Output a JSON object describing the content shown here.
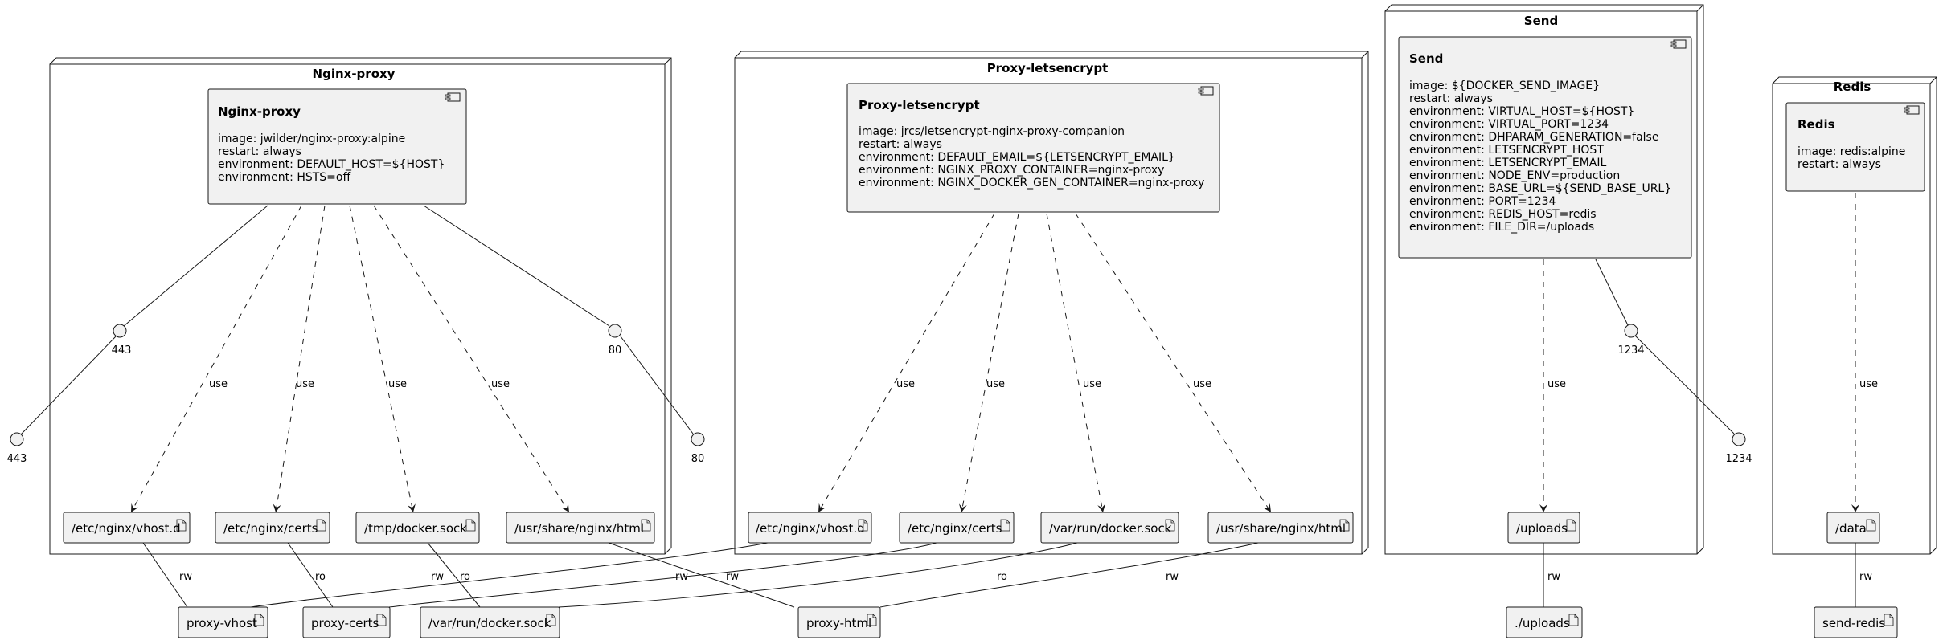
{
  "nodes": {
    "nginx": {
      "title": "Nginx-proxy",
      "component": {
        "title": "Nginx-proxy",
        "lines": [
          "image: jwilder/nginx-proxy:alpine",
          "restart: always",
          "environment: DEFAULT_HOST=${HOST}",
          "environment: HSTS=off"
        ]
      },
      "ports": [
        "443",
        "80"
      ],
      "artifacts": [
        "/etc/nginx/vhost.d",
        "/etc/nginx/certs",
        "/tmp/docker.sock",
        "/usr/share/nginx/html"
      ]
    },
    "letsencrypt": {
      "title": "Proxy-letsencrypt",
      "component": {
        "title": "Proxy-letsencrypt",
        "lines": [
          "image: jrcs/letsencrypt-nginx-proxy-companion",
          "restart: always",
          "environment: DEFAULT_EMAIL=${LETSENCRYPT_EMAIL}",
          "environment: NGINX_PROXY_CONTAINER=nginx-proxy",
          "environment: NGINX_DOCKER_GEN_CONTAINER=nginx-proxy"
        ]
      },
      "artifacts": [
        "/etc/nginx/vhost.d",
        "/etc/nginx/certs",
        "/var/run/docker.sock",
        "/usr/share/nginx/html"
      ]
    },
    "send": {
      "title": "Send",
      "component": {
        "title": "Send",
        "lines": [
          "image: ${DOCKER_SEND_IMAGE}",
          "restart: always",
          "environment: VIRTUAL_HOST=${HOST}",
          "environment: VIRTUAL_PORT=1234",
          "environment: DHPARAM_GENERATION=false",
          "environment: LETSENCRYPT_HOST",
          "environment: LETSENCRYPT_EMAIL",
          "environment: NODE_ENV=production",
          "environment: BASE_URL=${SEND_BASE_URL}",
          "environment: PORT=1234",
          "environment: REDIS_HOST=redis",
          "environment: FILE_DIR=/uploads"
        ]
      },
      "ports": [
        "1234"
      ],
      "artifacts": [
        "/uploads"
      ]
    },
    "redis": {
      "title": "Redis",
      "component": {
        "title": "Redis",
        "lines": [
          "image: redis:alpine",
          "restart: always"
        ]
      },
      "artifacts": [
        "/data"
      ]
    }
  },
  "external_ports": [
    "443",
    "80",
    "1234"
  ],
  "volumes": [
    "proxy-vhost",
    "proxy-certs",
    "/var/run/docker.sock",
    "proxy-html",
    "./uploads",
    "send-redis"
  ],
  "edge_labels": {
    "use": "use",
    "rw": "rw",
    "ro": "ro"
  }
}
